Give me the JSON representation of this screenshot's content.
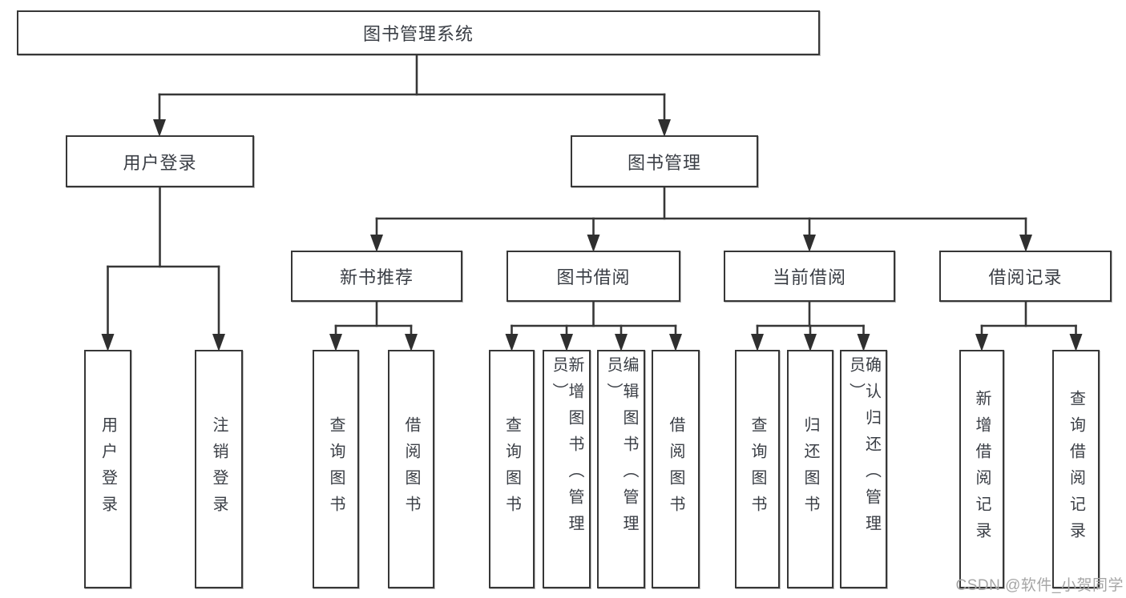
{
  "diagram": {
    "title": "图书管理系统",
    "type": "hierarchy",
    "root": {
      "label": "图书管理系统",
      "children": [
        {
          "label": "用户登录",
          "children": [
            {
              "label": "用户登录"
            },
            {
              "label": "注销登录"
            }
          ]
        },
        {
          "label": "图书管理",
          "children": [
            {
              "label": "新书推荐",
              "children": [
                {
                  "label": "查询图书"
                },
                {
                  "label": "借阅图书"
                }
              ]
            },
            {
              "label": "图书借阅",
              "children": [
                {
                  "label": "查询图书"
                },
                {
                  "label": "新增图书（管理员）"
                },
                {
                  "label": "编辑图书（管理员）"
                },
                {
                  "label": "借阅图书"
                }
              ]
            },
            {
              "label": "当前借阅",
              "children": [
                {
                  "label": "查询图书"
                },
                {
                  "label": "归还图书"
                },
                {
                  "label": "确认归还（管理员）"
                }
              ]
            },
            {
              "label": "借阅记录",
              "children": [
                {
                  "label": "新增借阅记录"
                },
                {
                  "label": "查询借阅记录"
                }
              ]
            }
          ]
        }
      ]
    }
  },
  "watermark": "CSDN @软件_小贺同学",
  "colors": {
    "line": "#373737",
    "arrow": "#2f2f2f",
    "text": "#3a3e45",
    "watermark": "#a6a6a6",
    "background": "#ffffff"
  }
}
